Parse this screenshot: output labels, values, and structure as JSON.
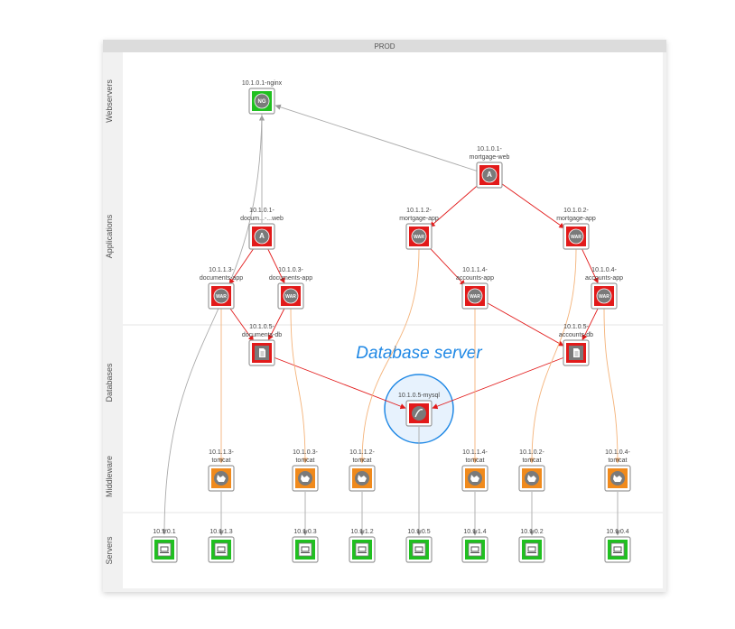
{
  "diagram": {
    "title": "PROD",
    "lanes": [
      "Webservers",
      "Applications",
      "Databases",
      "Middleware",
      "Servers"
    ],
    "callout": "Database server",
    "colors": {
      "green": "#20c020",
      "red": "#e21a1a",
      "orange": "#f08a1c",
      "highlight": "#1f88e5",
      "edge_gray": "#aaaaaa",
      "edge_orange": "#f4b37a"
    },
    "nodes": [
      {
        "id": "nginx",
        "label": [
          "10.1.0.1-nginx"
        ],
        "status": "green",
        "icon": "NG"
      },
      {
        "id": "mweb",
        "label": [
          "10.1.0.1-",
          "mortgage-web"
        ],
        "status": "red",
        "icon": "A"
      },
      {
        "id": "dweb",
        "label": [
          "10.1.0.1-",
          "docum...-...web"
        ],
        "status": "red",
        "icon": "A"
      },
      {
        "id": "mapp2",
        "label": [
          "10.1.1.2-",
          "mortgage-app"
        ],
        "status": "red",
        "icon": "WAR"
      },
      {
        "id": "mapp1",
        "label": [
          "10.1.0.2-",
          "mortgage-app"
        ],
        "status": "red",
        "icon": "WAR"
      },
      {
        "id": "dapp3",
        "label": [
          "10.1.1.3-",
          "documents-app"
        ],
        "status": "red",
        "icon": "WAR"
      },
      {
        "id": "dapp2",
        "label": [
          "10.1.0.3-",
          "documents-app"
        ],
        "status": "red",
        "icon": "WAR"
      },
      {
        "id": "aapp4",
        "label": [
          "10.1.1.4-",
          "accounts-app"
        ],
        "status": "red",
        "icon": "WAR"
      },
      {
        "id": "aapp3",
        "label": [
          "10.1.0.4-",
          "accounts-app"
        ],
        "status": "red",
        "icon": "WAR"
      },
      {
        "id": "ddb",
        "label": [
          "10.1.0.5-",
          "documents-db"
        ],
        "status": "red",
        "icon": "db"
      },
      {
        "id": "adb",
        "label": [
          "10.1.0.5-",
          "accounts-db"
        ],
        "status": "red",
        "icon": "db"
      },
      {
        "id": "mysql",
        "label": [
          "10.1.0.5-mysql"
        ],
        "status": "red",
        "icon": "mysql"
      },
      {
        "id": "t113",
        "label": [
          "10.1.1.3-",
          "tomcat"
        ],
        "status": "orange",
        "icon": "tomcat"
      },
      {
        "id": "t103",
        "label": [
          "10.1.0.3-",
          "tomcat"
        ],
        "status": "orange",
        "icon": "tomcat"
      },
      {
        "id": "t112",
        "label": [
          "10.1.1.2-",
          "tomcat"
        ],
        "status": "orange",
        "icon": "tomcat"
      },
      {
        "id": "t114",
        "label": [
          "10.1.1.4-",
          "tomcat"
        ],
        "status": "orange",
        "icon": "tomcat"
      },
      {
        "id": "t102",
        "label": [
          "10.1.0.2-",
          "tomcat"
        ],
        "status": "orange",
        "icon": "tomcat"
      },
      {
        "id": "t104",
        "label": [
          "10.1.0.4-",
          "tomcat"
        ],
        "status": "orange",
        "icon": "tomcat"
      },
      {
        "id": "s101",
        "label": [
          "10.1.0.1"
        ],
        "status": "green",
        "icon": "server"
      },
      {
        "id": "s113",
        "label": [
          "10.1.1.3"
        ],
        "status": "green",
        "icon": "server"
      },
      {
        "id": "s103",
        "label": [
          "10.1.0.3"
        ],
        "status": "green",
        "icon": "server"
      },
      {
        "id": "s112",
        "label": [
          "10.1.1.2"
        ],
        "status": "green",
        "icon": "server"
      },
      {
        "id": "s105",
        "label": [
          "10.1.0.5"
        ],
        "status": "green",
        "icon": "server"
      },
      {
        "id": "s114",
        "label": [
          "10.1.1.4"
        ],
        "status": "green",
        "icon": "server"
      },
      {
        "id": "s102",
        "label": [
          "10.1.0.2"
        ],
        "status": "green",
        "icon": "server"
      },
      {
        "id": "s104",
        "label": [
          "10.1.0.4"
        ],
        "status": "green",
        "icon": "server"
      }
    ],
    "edges": [
      {
        "from": "mweb",
        "to": "nginx",
        "kind": "gray"
      },
      {
        "from": "dweb",
        "to": "nginx",
        "kind": "gray"
      },
      {
        "from": "nginx",
        "to": "s101",
        "kind": "gray"
      },
      {
        "from": "mweb",
        "to": "mapp2",
        "kind": "red"
      },
      {
        "from": "mweb",
        "to": "mapp1",
        "kind": "red"
      },
      {
        "from": "dweb",
        "to": "dapp3",
        "kind": "red"
      },
      {
        "from": "dweb",
        "to": "dapp2",
        "kind": "red"
      },
      {
        "from": "mapp2",
        "to": "aapp4",
        "kind": "red"
      },
      {
        "from": "mapp1",
        "to": "aapp3",
        "kind": "red"
      },
      {
        "from": "dapp3",
        "to": "ddb",
        "kind": "red"
      },
      {
        "from": "dapp2",
        "to": "ddb",
        "kind": "red"
      },
      {
        "from": "aapp4",
        "to": "adb",
        "kind": "red"
      },
      {
        "from": "aapp3",
        "to": "adb",
        "kind": "red"
      },
      {
        "from": "ddb",
        "to": "mysql",
        "kind": "red"
      },
      {
        "from": "adb",
        "to": "mysql",
        "kind": "red"
      },
      {
        "from": "dapp3",
        "to": "t113",
        "kind": "orange"
      },
      {
        "from": "dapp2",
        "to": "t103",
        "kind": "orange"
      },
      {
        "from": "mapp2",
        "to": "t112",
        "kind": "orange"
      },
      {
        "from": "aapp4",
        "to": "t114",
        "kind": "orange"
      },
      {
        "from": "mapp1",
        "to": "t102",
        "kind": "orange"
      },
      {
        "from": "aapp3",
        "to": "t104",
        "kind": "orange"
      },
      {
        "from": "t113",
        "to": "s113",
        "kind": "gray"
      },
      {
        "from": "t103",
        "to": "s103",
        "kind": "gray"
      },
      {
        "from": "t112",
        "to": "s112",
        "kind": "gray"
      },
      {
        "from": "mysql",
        "to": "s105",
        "kind": "gray"
      },
      {
        "from": "t114",
        "to": "s114",
        "kind": "gray"
      },
      {
        "from": "t102",
        "to": "s102",
        "kind": "gray"
      },
      {
        "from": "t104",
        "to": "s104",
        "kind": "gray"
      }
    ]
  }
}
